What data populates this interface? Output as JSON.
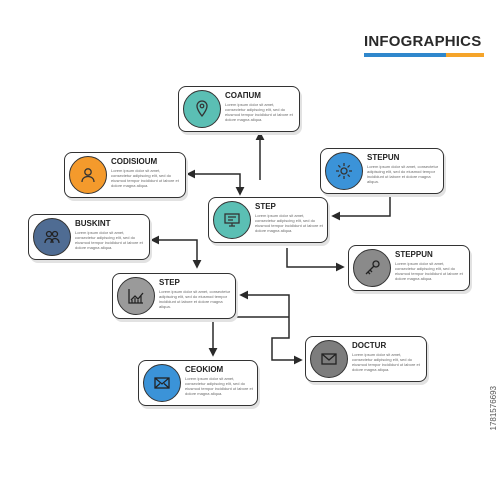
{
  "header": {
    "title": "INFOGRAPHICS",
    "accent_colors": [
      "#2f87cc",
      "#f5a42a"
    ]
  },
  "description": "Lorem ipsum dolor sit amet, consectetur adipiscing elit, sed do eiusmod tempor incididunt ut labore et dolore magna aliqua.",
  "steps": [
    {
      "title": "COAПUM",
      "icon": "location-pin-icon",
      "color": "#5bbfb4"
    },
    {
      "title": "CODISIOUM",
      "icon": "user-icon",
      "color": "#f49a2c"
    },
    {
      "title": "STEPUN",
      "icon": "gear-icon",
      "color": "#3b93d8"
    },
    {
      "title": "STEP",
      "icon": "monitor-icon",
      "color": "#5bbfb4"
    },
    {
      "title": "BUSKINT",
      "icon": "team-icon",
      "color": "#4f6c93"
    },
    {
      "title": "STEPPUN",
      "icon": "key-icon",
      "color": "#8a8a8a"
    },
    {
      "title": "STEP",
      "icon": "chart-icon",
      "color": "#9a9a9a"
    },
    {
      "title": "DOCTUR",
      "icon": "mail-icon",
      "color": "#7d7d7d"
    },
    {
      "title": "CEOKIOM",
      "icon": "envelope-icon",
      "color": "#3b93d8"
    }
  ],
  "watermark": "1781576693"
}
